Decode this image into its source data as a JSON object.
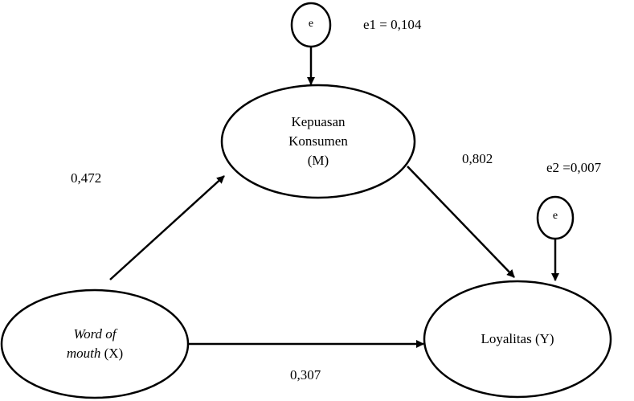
{
  "nodes": {
    "mediator": {
      "line1": "Kepuasan",
      "line2": "Konsumen",
      "line3": "(M)"
    },
    "independent": {
      "line1": "Word of",
      "line2_italic": "mouth",
      "line2_rest": " (X)"
    },
    "dependent": {
      "label": "Loyalitas (Y)"
    },
    "error_top": {
      "symbol": "e"
    },
    "error_right": {
      "symbol": "e"
    }
  },
  "coefficients": {
    "x_to_m": "0,472",
    "m_to_y": "0,802",
    "x_to_y": "0,307"
  },
  "errors": {
    "e1": "e1 = 0,104",
    "e2": "e2 =0,007"
  },
  "colors": {
    "stroke": "#000000",
    "background": "#ffffff"
  }
}
